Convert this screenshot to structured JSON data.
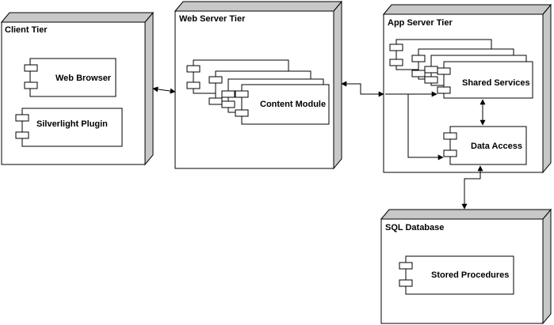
{
  "nodes": {
    "client_tier": {
      "title": "Client Tier"
    },
    "web_server_tier": {
      "title": "Web Server Tier"
    },
    "app_server_tier": {
      "title": "App Server Tier"
    },
    "sql_database": {
      "title": "SQL Database"
    }
  },
  "components": {
    "web_browser": "Web Browser",
    "silverlight_plugin": "Silverlight Plugin",
    "content_module": "Content Module",
    "shared_services": "Shared Services",
    "data_access": "Data Access",
    "stored_procedures": "Stored Procedures"
  },
  "colors": {
    "node_fill": "#ffffff",
    "node_depth": "#c8c8c8",
    "line": "#000000"
  }
}
